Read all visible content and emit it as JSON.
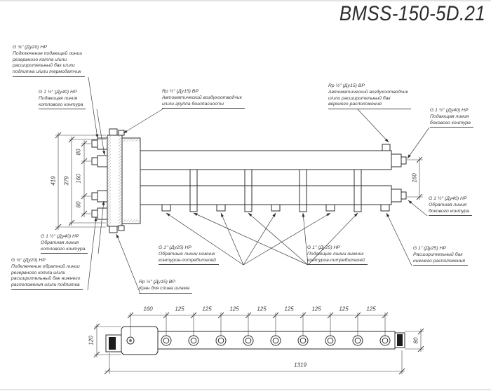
{
  "title": "BMSS-150-5D.21",
  "callouts": {
    "reserve_supply": "G ¾\" (Ду20) НР\nПодключение подающей линии\nрезервного котла и/или\nрасширительный бак и/или\nподпитка и/или термодатчик",
    "boiler_supply": "G 1 ½\" (Ду40) НР\nПодающая линия\nкотлового контура",
    "air_vent_safety_group": "Rp ½\" (Ду15) ВР\nАвтоматический воздухоотводчик\nи/или группа безопасности",
    "air_vent_top_tank": "Rp ½\" (Ду15) ВР\nАвтоматический воздухоотводчик\nи/или расширительный бак\nверхнего расположения",
    "side_supply": "G 1 ½\" (Ду40) НР\nПодающая линия\nбокового контура",
    "side_return": "G 1 ½\" (Ду40) НР\nОбратная линия\nбокового контура",
    "bottom_tank": "G 1\" (Ду25) НР\nРасширительный бак\nнижнего расположения",
    "lower_returns": "G 1\" (Ду25) НР\nОбратные линии нижних\nконтуров-потребителей",
    "lower_supplies": "G 1\" (Ду25) НР\nПодающие линии нижних\nконтуров-потребителей",
    "boiler_return": "G 1 ½\" (Ду40) НР\nОбратная линия\nкотлового контура",
    "reserve_return": "G ¾\" (Ду20) НР\nПодключение обратной линии\nрезервного котла и/или\nрасширительный бак нижнего\nрасположения и/или подпитка",
    "drain_valve": "Rp ½\" (Ду15) ВР\nКран для слива шлама"
  },
  "dimensions": {
    "front_view": {
      "overall_height": "419",
      "flange_height": "379",
      "port_top": "80",
      "port_middle": "160",
      "port_bottom": "80",
      "side_ports": "160"
    },
    "bottom_view": {
      "first_pitch": "160",
      "port_pitch": [
        "125",
        "125",
        "125",
        "125",
        "125",
        "125",
        "125",
        "125"
      ],
      "body_width": "120",
      "bar_height": "80",
      "overall_length": "1319"
    }
  }
}
